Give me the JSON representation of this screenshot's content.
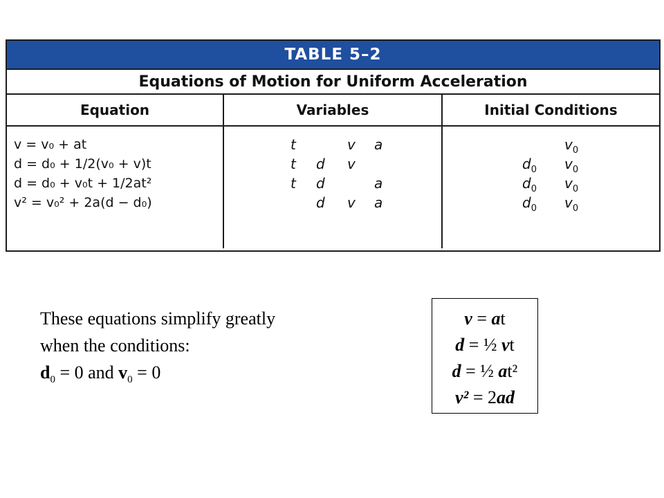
{
  "table": {
    "label": "TABLE 5–2",
    "title": "Equations of Motion for Uniform Acceleration",
    "headers": [
      "Equation",
      "Variables",
      "Initial Conditions"
    ],
    "equations": [
      "v = v₀ + at",
      "d = d₀ + 1/2(v₀ + v)t",
      "d = d₀ + v₀t + 1/2at²",
      "v² = v₀² + 2a(d − d₀)"
    ],
    "variables": [
      {
        "t": "t",
        "d": "",
        "v": "v",
        "a": "a"
      },
      {
        "t": "t",
        "d": "d",
        "v": "v",
        "a": ""
      },
      {
        "t": "t",
        "d": "d",
        "v": "",
        "a": "a"
      },
      {
        "t": "",
        "d": "d",
        "v": "v",
        "a": "a"
      }
    ],
    "initial_conditions": [
      {
        "d0": "",
        "v0": "v"
      },
      {
        "d0": "d",
        "v0": "v"
      },
      {
        "d0": "d",
        "v0": "v"
      },
      {
        "d0": "d",
        "v0": "v"
      }
    ],
    "ic_subscript": "0"
  },
  "note": {
    "line1": "These equations simplify greatly",
    "line2": "when the conditions:",
    "cond_d": "d",
    "cond_sub": "0",
    "cond_eq1": " = 0 and ",
    "cond_v": "v",
    "cond_eq2": " = 0"
  },
  "simplified": [
    {
      "lhs": "v",
      "op": " = ",
      "coef": "",
      "var": "a",
      "tail": "t"
    },
    {
      "lhs": "d",
      "op": " = ",
      "coef": "½ ",
      "var": "v",
      "tail": "t"
    },
    {
      "lhs": "d",
      "op": " = ",
      "coef": "½ ",
      "var": "a",
      "tail": "t²"
    },
    {
      "lhs": "v²",
      "op": " = ",
      "coef": "2",
      "var": "ad",
      "tail": ""
    }
  ]
}
